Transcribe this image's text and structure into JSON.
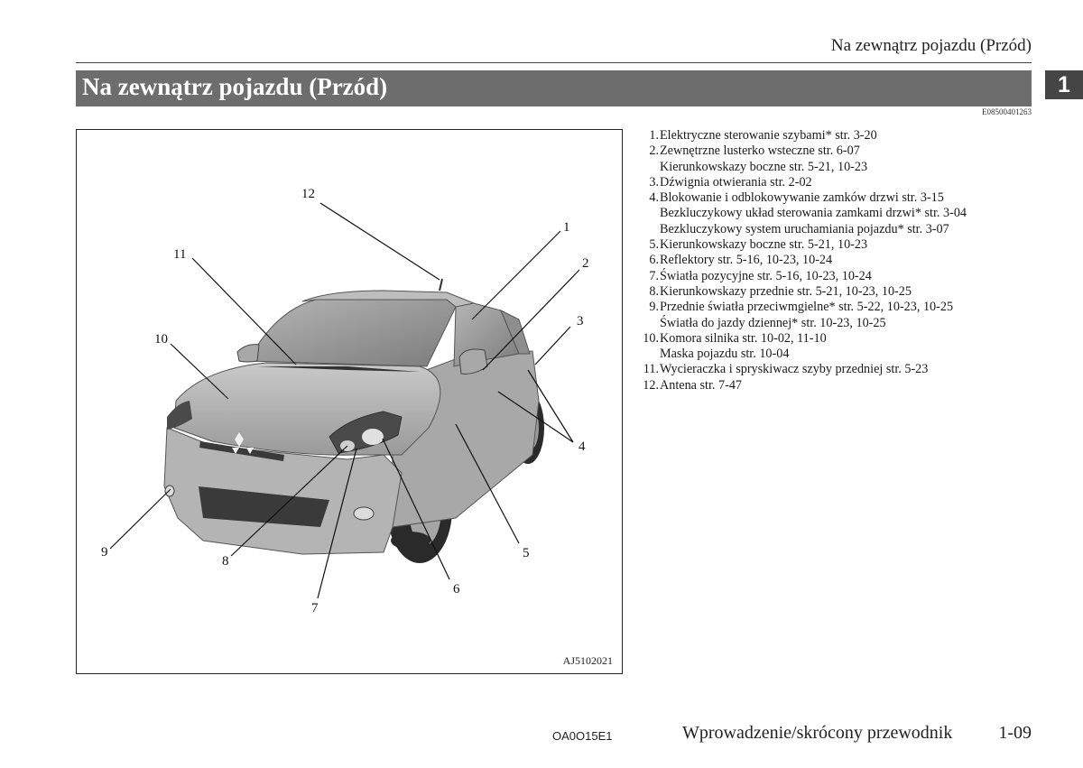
{
  "header": {
    "running_title": "Na zewnątrz pojazdu (Przód)",
    "section_title": "Na zewnątrz pojazdu (Przód)",
    "chapter_tab": "1",
    "doc_code": "E08500401263"
  },
  "figure": {
    "code": "AJ5102021",
    "callouts": [
      "1",
      "2",
      "3",
      "4",
      "5",
      "6",
      "7",
      "8",
      "9",
      "10",
      "11",
      "12"
    ]
  },
  "legend": [
    {
      "num": "1.",
      "lines": [
        "Elektryczne sterowanie szybami* str. 3-20"
      ]
    },
    {
      "num": "2.",
      "lines": [
        "Zewnętrzne lusterko wsteczne str. 6-07",
        "Kierunkowskazy boczne str. 5-21, 10-23"
      ]
    },
    {
      "num": "3.",
      "lines": [
        "Dźwignia otwierania str. 2-02"
      ]
    },
    {
      "num": "4.",
      "lines": [
        "Blokowanie i odblokowywanie zamków drzwi str. 3-15",
        "Bezkluczykowy układ sterowania zamkami drzwi* str. 3-04",
        "Bezkluczykowy system uruchamiania pojazdu* str. 3-07"
      ]
    },
    {
      "num": "5.",
      "lines": [
        "Kierunkowskazy boczne str. 5-21, 10-23"
      ]
    },
    {
      "num": "6.",
      "lines": [
        "Reflektory str. 5-16, 10-23, 10-24"
      ]
    },
    {
      "num": "7.",
      "lines": [
        "Światła pozycyjne str. 5-16, 10-23, 10-24"
      ]
    },
    {
      "num": "8.",
      "lines": [
        "Kierunkowskazy przednie str. 5-21, 10-23, 10-25"
      ]
    },
    {
      "num": "9.",
      "lines": [
        "Przednie światła przeciwmgielne* str. 5-22, 10-23, 10-25",
        "Światła do jazdy dziennej* str. 10-23, 10-25"
      ]
    },
    {
      "num": "10.",
      "lines": [
        "Komora silnika str. 10-02, 11-10",
        "Maska pojazdu str. 10-04"
      ]
    },
    {
      "num": "11.",
      "lines": [
        "Wycieraczka i spryskiwacz szyby przedniej str. 5-23"
      ]
    },
    {
      "num": "12.",
      "lines": [
        "Antena str. 7-47"
      ]
    }
  ],
  "footer": {
    "code": "OA0O15E1",
    "section": "Wprowadzenie/skrócony przewodnik",
    "page": "1-09"
  }
}
